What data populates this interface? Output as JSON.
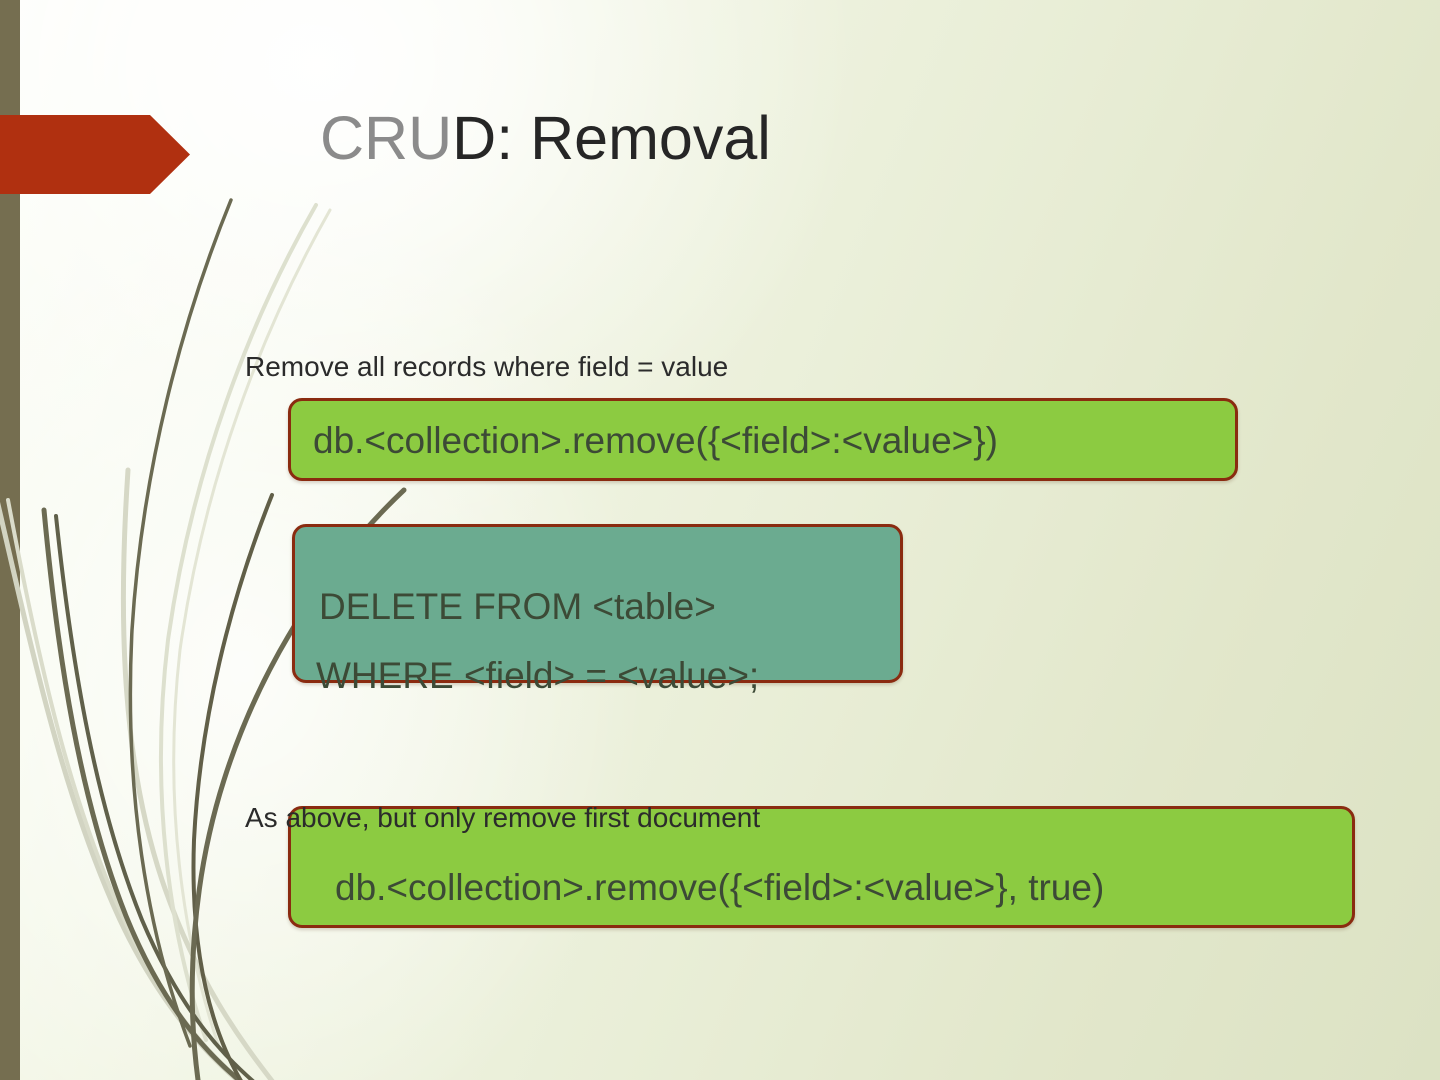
{
  "slide": {
    "title_segment_light": "CRU",
    "title_segment_dark": "D: Removal",
    "title_full": "CRUD: Removal",
    "colors": {
      "background_light": "#fdfefa",
      "background_olive": "#dce2c4",
      "left_bar": "#756e50",
      "arrow_red": "#b03010",
      "box_green": "#8ccb41",
      "box_teal": "#6bab90",
      "box_border": "#8a2b10",
      "code_text": "#3c4a36",
      "caption_text": "#2b2b2b",
      "title_light": "#8b8b8b",
      "title_dark": "#262626",
      "reed_dark": "#6b6a52",
      "reed_light": "#d2d4c2"
    }
  },
  "content": {
    "caption_1": "Remove all records where field = value",
    "box_1_code": "db.<collection>.remove({<field>:<value>})",
    "box_2_code_line_1": "DELETE FROM <table>",
    "box_2_code_line_2": "WHERE <field> = <value>;",
    "caption_2": "As above, but only remove first document",
    "box_3_code": "db.<collection>.remove({<field>:<value>}, true)"
  },
  "decor": {
    "arrow_name": "red-chevron-banner",
    "reeds_name": "reed-grass-ornament"
  }
}
